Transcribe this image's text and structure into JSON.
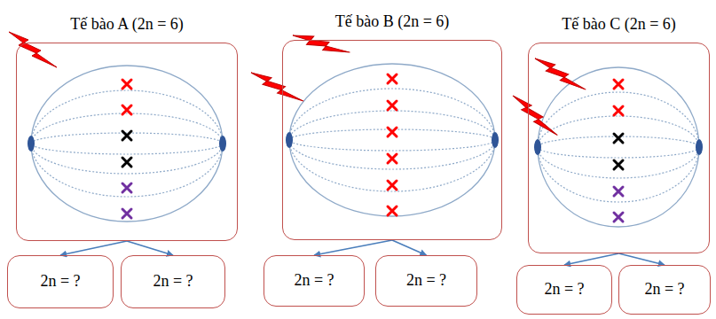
{
  "diagram": {
    "nodes": [
      {
        "text": [
          "Tế bào A (2n = 6)"
        ]
      },
      {
        "text": [
          "2n = ?"
        ]
      },
      {
        "text": [
          "2n = ?"
        ]
      },
      {
        "text": [
          "Tế bào B (2n = 6)"
        ]
      },
      {
        "text": [
          "2n = ?"
        ]
      },
      {
        "text": [
          "2n = ?"
        ]
      },
      {
        "text": [
          "Tế bào C (2n = 6)"
        ]
      },
      {
        "text": [
          "2n = ?"
        ]
      },
      {
        "text": [
          "2n = ?"
        ]
      }
    ],
    "edges": [
      {
        "from": 0,
        "to": 1,
        "arrow": "to"
      },
      {
        "from": 0,
        "to": 2,
        "arrow": "to"
      },
      {
        "from": 3,
        "to": 4,
        "arrow": "to"
      },
      {
        "from": 3,
        "to": 5,
        "arrow": "to"
      },
      {
        "from": 6,
        "to": 7,
        "arrow": "to"
      },
      {
        "from": 6,
        "to": 8,
        "arrow": "to"
      }
    ]
  }
}
